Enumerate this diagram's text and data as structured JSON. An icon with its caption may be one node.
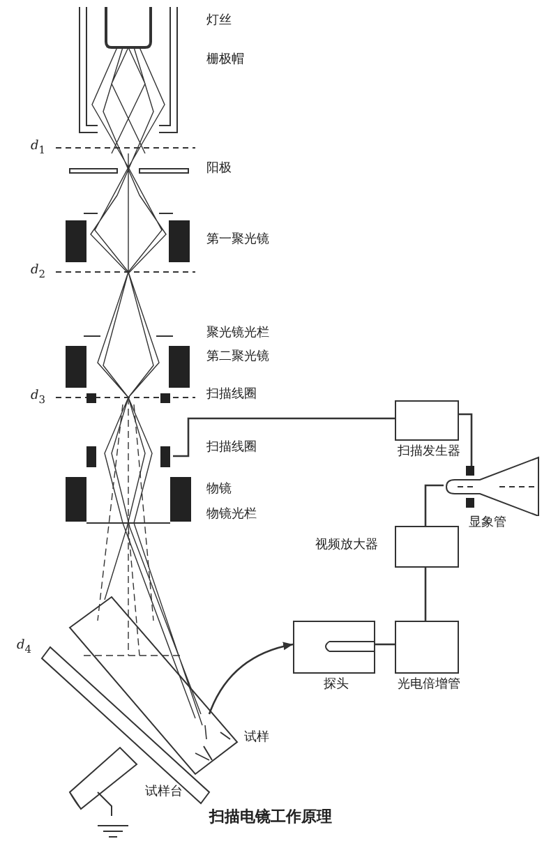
{
  "diagram": {
    "caption": "扫描电镜工作原理",
    "nodes": [
      {
        "text": [],
        "shape": "box"
      },
      {
        "text": [
          "扫描发生器"
        ]
      },
      {
        "text": [
          "显象管"
        ]
      },
      {
        "text": [
          "视频放大器"
        ]
      },
      {
        "text": [
          "光电倍增管"
        ]
      },
      {
        "text": [
          "探头"
        ]
      }
    ],
    "edges": [
      {
        "from": 0,
        "to": 1,
        "arrow": "none"
      },
      {
        "from": 1,
        "to": 2,
        "arrow": "none"
      },
      {
        "from": 3,
        "to": 2,
        "arrow": "none"
      },
      {
        "from": 4,
        "to": 3,
        "arrow": "none"
      },
      {
        "from": 5,
        "to": 4,
        "arrow": "none"
      },
      {
        "from": null,
        "to": 5,
        "arrow": "to"
      }
    ],
    "labels": [
      "灯丝",
      "栅极帽",
      "*d*$_{1}$",
      "阳极",
      "第一聚光镜",
      "*d*$_{2}$",
      "聚光镜光栏",
      "第二聚光镜",
      "*d*$_{3}$",
      "扫描线圈",
      "扫描线圈",
      "物镜",
      "物镜光栏",
      "*d*$_{4}$",
      "试样",
      "试样台"
    ]
  }
}
